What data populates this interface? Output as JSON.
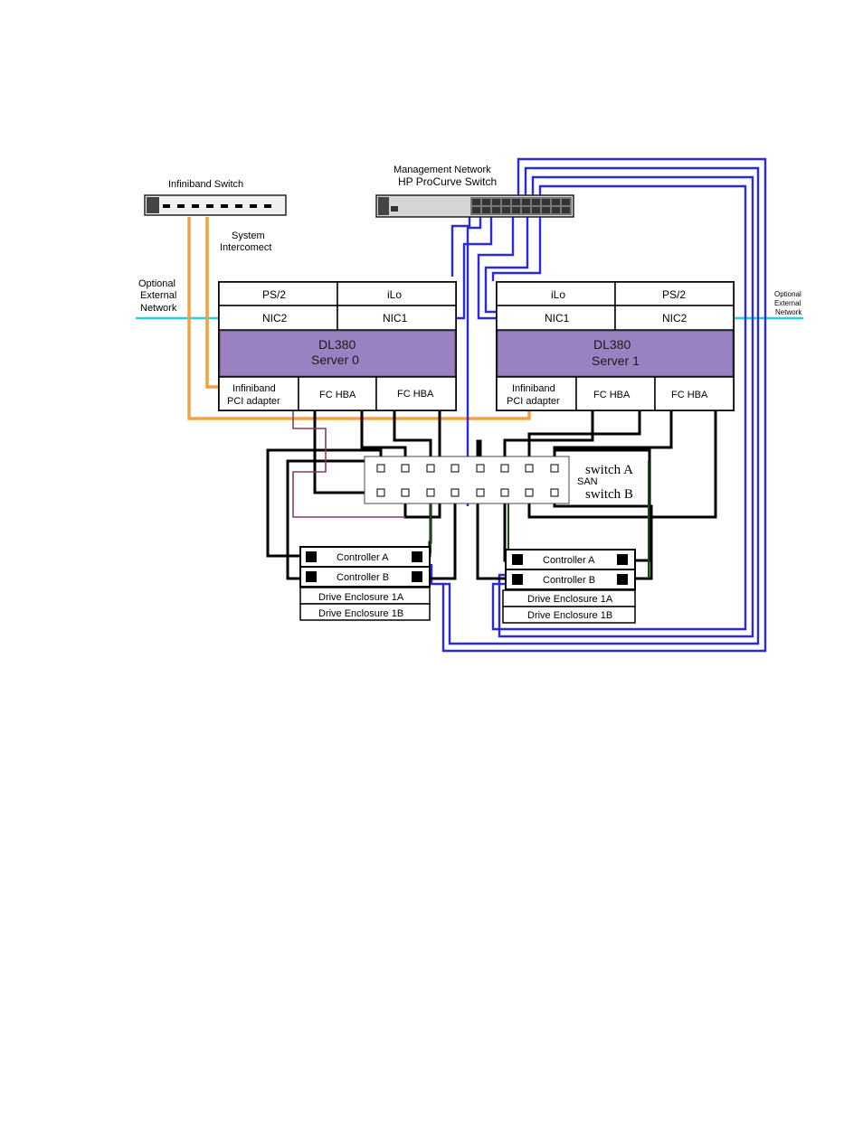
{
  "infiniband_switch": {
    "label": "Infiniband Switch"
  },
  "mgmt_switch": {
    "label_line1": "Management Network",
    "label_line2": "HP ProCurve Switch"
  },
  "system_interconnect": {
    "line1": "System",
    "line2": "Intercomect"
  },
  "optional_left": {
    "line1": "Optional",
    "line2": "External",
    "line3": "Network"
  },
  "optional_right": {
    "line1": "Optional",
    "line2": "External",
    "line3": "Network"
  },
  "server0": {
    "ps2": "PS/2",
    "ilo": "iLo",
    "nic2": "NIC2",
    "nic1": "NIC1",
    "model": "DL380",
    "name": "Server 0",
    "ib_line1": "Infiniband",
    "ib_line2": "PCI adapter",
    "hba1": "FC HBA",
    "hba2": "FC HBA"
  },
  "server1": {
    "ilo": "iLo",
    "ps2": "PS/2",
    "nic1": "NIC1",
    "nic2": "NIC2",
    "model": "DL380",
    "name": "Server 1",
    "ib_line1": "Infiniband",
    "ib_line2": "PCI adapter",
    "hba1": "FC HBA",
    "hba2": "FC HBA"
  },
  "san": {
    "label": "SAN",
    "switch_a": "switch A",
    "switch_b": "switch B"
  },
  "storage_left": {
    "ctrl_a": "Controller A",
    "ctrl_b": "Controller B",
    "enc_1a": "Drive Enclosure 1A",
    "enc_1b": "Drive Enclosure 1B"
  },
  "storage_right": {
    "ctrl_a": "Controller A",
    "ctrl_b": "Controller B",
    "enc_1a": "Drive Enclosure 1A",
    "enc_1b": "Drive Enclosure 1B"
  },
  "colors": {
    "server_band": "#9a82c2",
    "fibre_cable": "#000000",
    "mgmt_cable": "#2a2ad6",
    "interconnect_cable": "#f5a040",
    "external_network": "#22d0e0"
  }
}
